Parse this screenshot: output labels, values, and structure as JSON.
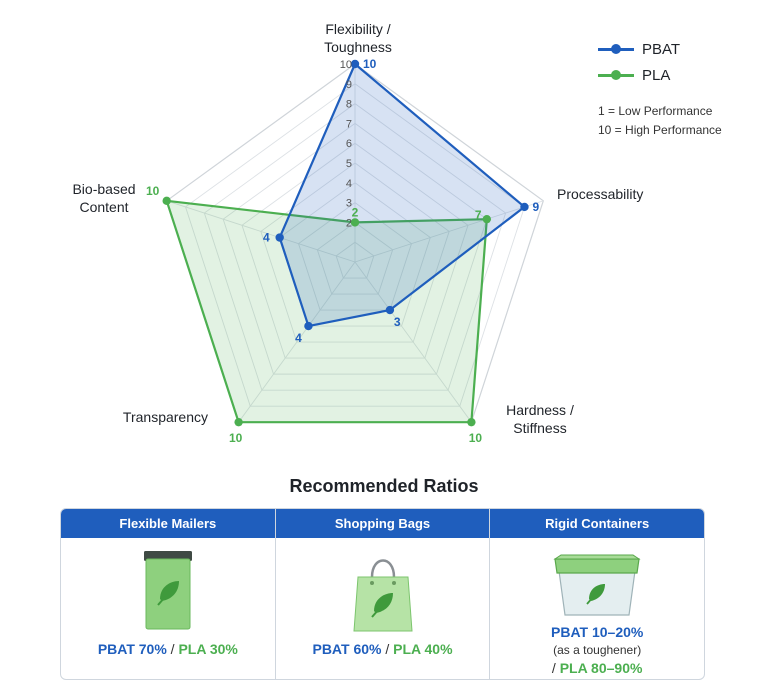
{
  "chart_data": {
    "type": "radar",
    "axes": [
      "Flexibility / Toughness",
      "Processability",
      "Hardness / Stiffness",
      "Transparency",
      "Bio-based Content"
    ],
    "axis_label_lines": [
      [
        "Flexibility /",
        "Toughness"
      ],
      [
        "Processability"
      ],
      [
        "Hardness /",
        "Stiffness"
      ],
      [
        "Transparency"
      ],
      [
        "Bio-based",
        "Content"
      ]
    ],
    "range": [
      0,
      10
    ],
    "tick_labels": [
      "2",
      "3",
      "4",
      "5",
      "6",
      "7",
      "8",
      "9",
      "10"
    ],
    "series": [
      {
        "name": "PBAT",
        "color": "#1f5ebd",
        "values": [
          10,
          9,
          3,
          4,
          4
        ]
      },
      {
        "name": "PLA",
        "color": "#4caf50",
        "values": [
          2,
          7,
          10,
          10,
          10
        ]
      }
    ],
    "legend_notes": [
      "1 = Low Performance",
      "10 = High Performance"
    ]
  },
  "ratios": {
    "title": "Recommended Ratios",
    "columns": [
      {
        "header": "Flexible Mailers",
        "icon": "mailer-bag-icon",
        "pbat": "PBAT 70%",
        "sep": " / ",
        "pla": "PLA 30%"
      },
      {
        "header": "Shopping Bags",
        "icon": "shopping-bag-icon",
        "pbat": "PBAT 60%",
        "sep": " / ",
        "pla": "PLA 40%"
      },
      {
        "header": "Rigid Containers",
        "icon": "container-icon",
        "pbat": "PBAT 10–20%",
        "note": "(as a toughener)",
        "sep": "/ ",
        "pla": "PLA 80–90%"
      }
    ]
  }
}
